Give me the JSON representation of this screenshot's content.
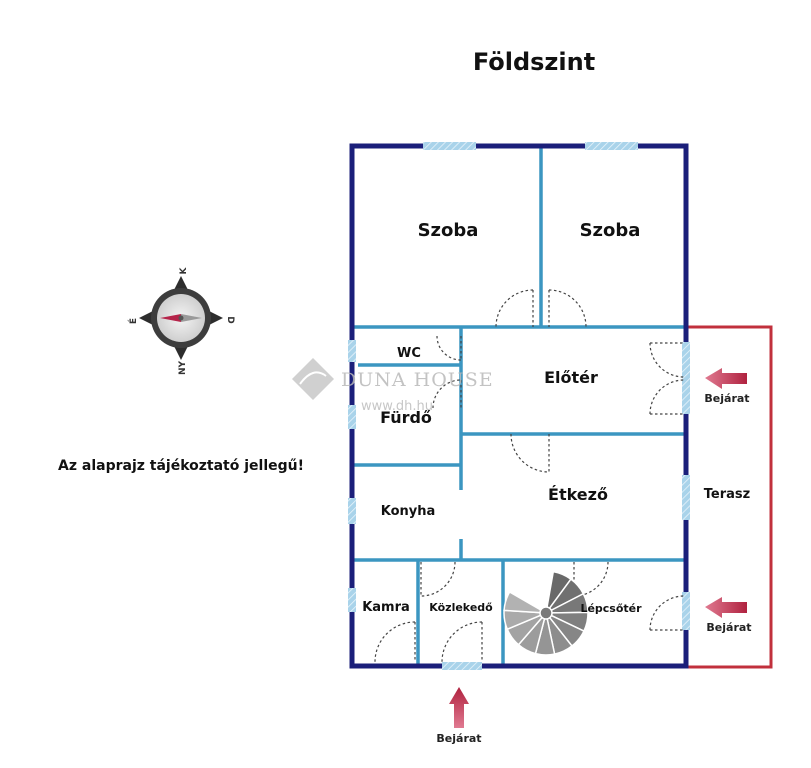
{
  "title": "Földszint",
  "disclaimer": "Az alaprajz tájékoztató jellegű!",
  "rooms": {
    "szoba_left": "Szoba",
    "szoba_right": "Szoba",
    "wc": "WC",
    "eloter": "Előtér",
    "furdo": "Fürdő",
    "etkezo": "Étkező",
    "konyha": "Konyha",
    "terasz": "Terasz",
    "kamra": "Kamra",
    "kozlekedo": "Közlekedő",
    "lepcsoter": "Lépcsőtér"
  },
  "entrances": {
    "right_top": "Bejárat",
    "right_bottom": "Bejárat",
    "bottom": "Bejárat"
  },
  "compass": {
    "north": "K",
    "east": "D",
    "south": "NY",
    "west": "É"
  },
  "watermark": {
    "brand": "DUNA HOUSE",
    "url": "www.dh.hu"
  },
  "colors": {
    "outer_wall": "#1b1f7a",
    "inner_wall": "#3b96c1",
    "window": "#a9d3ea",
    "terrace": "#c1303c",
    "arrow": "#c33a57",
    "stairs": "#8c8c8c"
  }
}
